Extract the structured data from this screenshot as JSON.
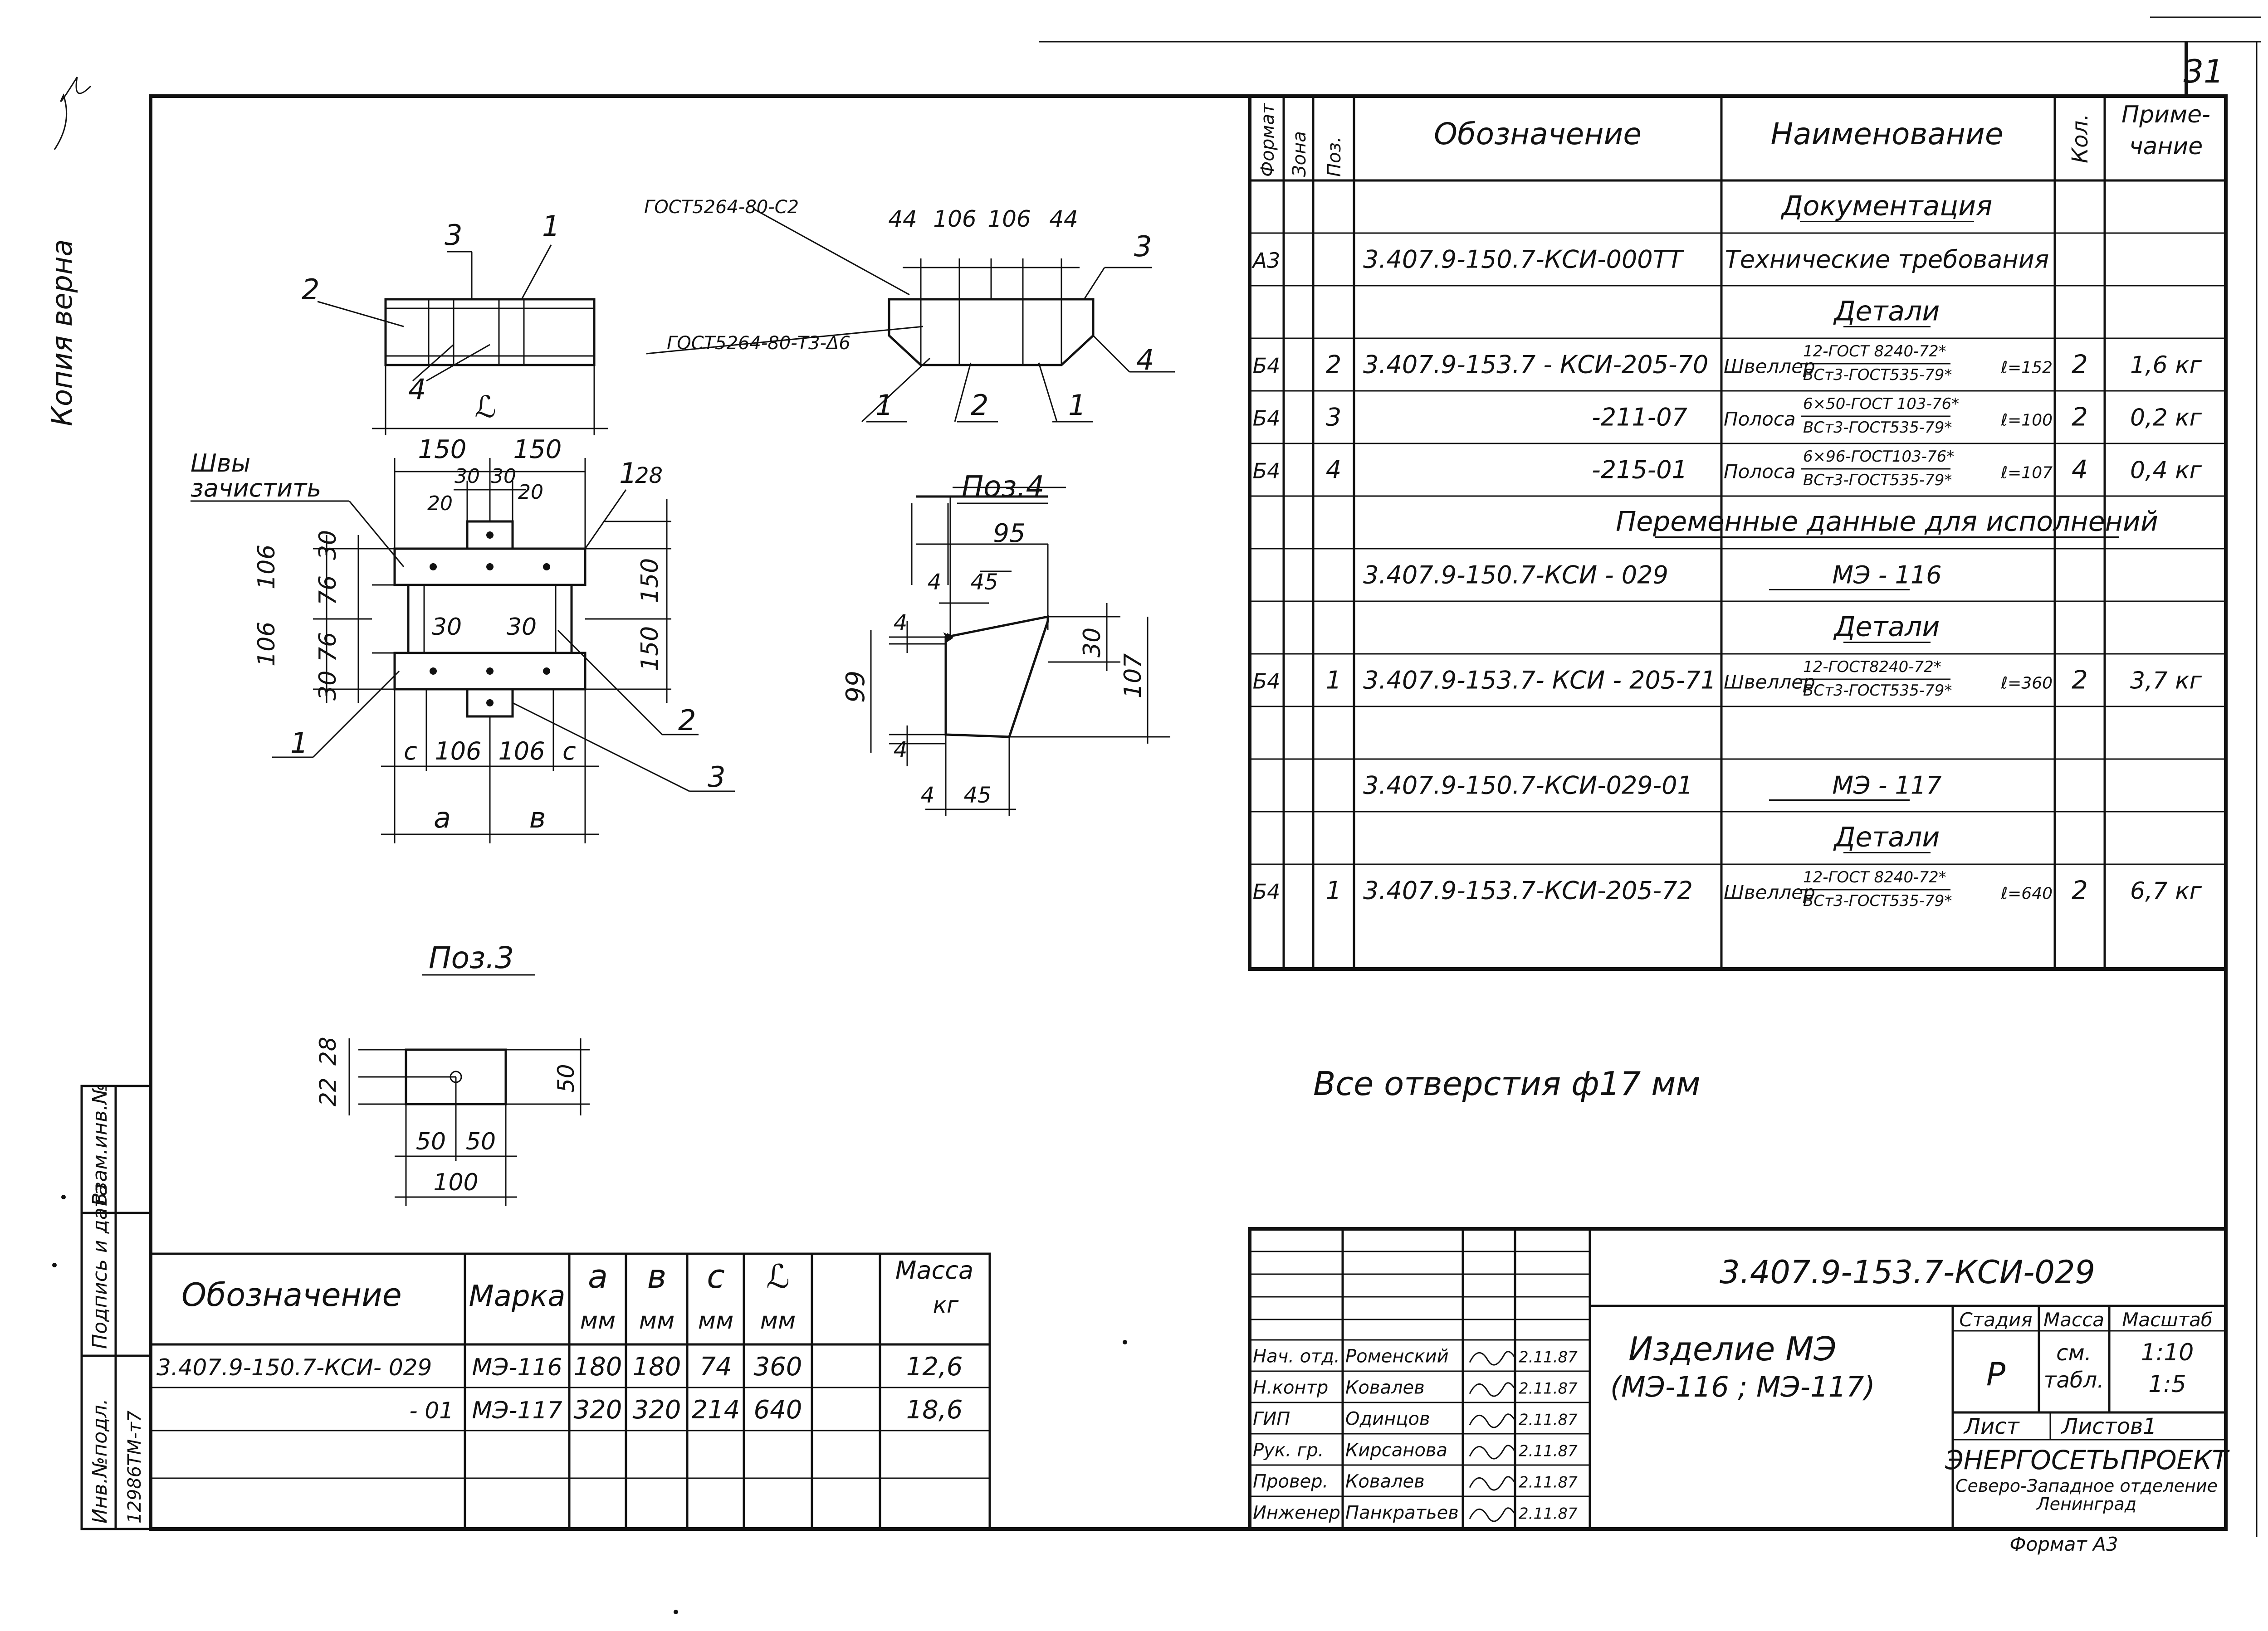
{
  "sheet_number": "31",
  "side_note": "Копия верна",
  "spec_headers": {
    "format": "Формат",
    "zone": "Зона",
    "pos": "Поз.",
    "designation": "Обозначение",
    "name": "Наименование",
    "qty": "Кол.",
    "note_1": "Приме-",
    "note_2": "чание"
  },
  "spec_rows": [
    {
      "section": "Документация"
    },
    {
      "format": "А3",
      "designation": "3.407.9-150.7-КСИ-000ТТ",
      "name": "Технические требования"
    },
    {
      "section": "Детали"
    },
    {
      "format": "Б4",
      "pos": "2",
      "designation": "3.407.9-153.7 - КСИ-205-70",
      "name_main": "Швеллер",
      "name_top": "12-ГОСТ 8240-72*",
      "name_bottom": "ВСт3-ГОСТ535-79*",
      "name_len": "ℓ=152",
      "qty": "2",
      "note": "1,6 кг"
    },
    {
      "format": "Б4",
      "pos": "3",
      "designation": "-211-07",
      "name_main": "Полоса",
      "name_top": "6×50-ГОСТ 103-76*",
      "name_bottom": "ВСт3-ГОСТ535-79*",
      "name_len": "ℓ=100",
      "qty": "2",
      "note": "0,2 кг"
    },
    {
      "format": "Б4",
      "pos": "4",
      "designation": "-215-01",
      "name_main": "Полоса",
      "name_top": "6×96-ГОСТ103-76*",
      "name_bottom": "ВСт3-ГОСТ535-79*",
      "name_len": "ℓ=107",
      "qty": "4",
      "note": "0,4 кг"
    },
    {
      "section": "Переменные данные для исполнений"
    },
    {
      "designation": "3.407.9-150.7-КСИ - 029",
      "name": "МЭ - 116"
    },
    {
      "section": "Детали"
    },
    {
      "format": "Б4",
      "pos": "1",
      "designation": "3.407.9-153.7- КСИ - 205-71",
      "name_main": "Швеллер",
      "name_top": "12-ГОСТ8240-72*",
      "name_bottom": "ВСт3-ГОСТ535-79*",
      "name_len": "ℓ=360",
      "qty": "2",
      "note": "3,7 кг"
    },
    {},
    {
      "designation": "3.407.9-150.7-КСИ-029-01",
      "name": "МЭ - 117"
    },
    {
      "section": "Детали"
    },
    {
      "format": "Б4",
      "pos": "1",
      "designation": "3.407.9-153.7-КСИ-205-72",
      "name_main": "Швеллер",
      "name_top": "12-ГОСТ 8240-72*",
      "name_bottom": "ВСт3-ГОСТ535-79*",
      "name_len": "ℓ=640",
      "qty": "2",
      "note": "6,7 кг"
    }
  ],
  "holes_note": "Все отверстия  ф17 мм",
  "var_table": {
    "headers": {
      "designation": "Обозначение",
      "mark": "Марка",
      "a": "а",
      "b": "в",
      "c": "с",
      "L": "ℒ",
      "mm": "мм",
      "mass_1": "Масса",
      "mass_2": "кг"
    },
    "rows": [
      {
        "designation": "3.407.9-150.7-КСИ- 029",
        "mark": "МЭ-116",
        "a": "180",
        "b": "180",
        "c": "74",
        "L": "360",
        "mass": "12,6"
      },
      {
        "designation": "- 01",
        "mark": "МЭ-117",
        "a": "320",
        "b": "320",
        "c": "214",
        "L": "640",
        "mass": "18,6"
      }
    ]
  },
  "left_strip": {
    "inv_podl": "Инв.№подл.",
    "podpis": "Подпись и дата",
    "vzam": "Взам.инв.№",
    "inv_number": "12986ТМ-т7"
  },
  "title_block": {
    "code": "3.407.9-153.7-КСИ-029",
    "title_1": "Изделие МЭ",
    "title_2": "(МЭ-116 ; МЭ-117)",
    "stage_label": "Стадия",
    "mass_label": "Масса",
    "scale_label": "Масштаб",
    "stage": "Р",
    "mass_1": "см.",
    "mass_2": "табл.",
    "scale_1": "1:10",
    "scale_2": "1:5",
    "sheet_label": "Лист",
    "sheets_label": "Листов1",
    "org_1": "ЭНЕРГОСЕТЬПРОЕКТ",
    "org_2": "Северо-Западное отделение",
    "org_3": "Ленинград",
    "format": "Формат А3",
    "signers": [
      {
        "role": "Нач. отд.",
        "name": "Роменский",
        "date": "2.11.87"
      },
      {
        "role": "Н.контр",
        "name": "Ковалев",
        "date": "2.11.87"
      },
      {
        "role": "ГИП",
        "name": "Одинцов",
        "date": "2.11.87"
      },
      {
        "role": "Рук. гр.",
        "name": "Кирсанова",
        "date": "2.11.87"
      },
      {
        "role": "Провер.",
        "name": "Ковалев",
        "date": "2.11.87"
      },
      {
        "role": "Инженер",
        "name": "Панкратьев",
        "date": "2.11.87"
      }
    ]
  },
  "drawing": {
    "top_left": {
      "labels": [
        "3",
        "1",
        "2",
        "4",
        "ℒ"
      ]
    },
    "top_right": {
      "gost_1": "ГОСТ5264-80-С2",
      "gost_2": "ГОСТ5264-80-Т3-Δ6",
      "dims": [
        "44",
        "106",
        "106",
        "44"
      ],
      "labels": [
        "3",
        "4",
        "1",
        "2",
        "1"
      ]
    },
    "plan": {
      "welds_note_1": "Швы",
      "welds_note_2": "зачистить",
      "dims_top": [
        "150",
        "150"
      ],
      "dims_small": [
        "30",
        "30",
        "20",
        "20"
      ],
      "dims_left": [
        "106",
        "30",
        "76",
        "106",
        "76",
        "30"
      ],
      "dims_right": [
        "28",
        "150",
        "150"
      ],
      "dims_inner": [
        "30",
        "30"
      ],
      "dims_bottom_1": [
        "с",
        "106",
        "106",
        "с"
      ],
      "dims_bottom_2": [
        "а",
        "в"
      ],
      "labels": [
        "1",
        "1",
        "2",
        "3"
      ]
    },
    "pos4": {
      "title": "Поз.4",
      "dims": [
        "95",
        "4",
        "45",
        "4",
        "99",
        "30",
        "107",
        "4",
        "4",
        "45"
      ]
    },
    "pos3": {
      "title": "Поз.3",
      "dims": [
        "28",
        "22",
        "50",
        "50",
        "50",
        "100"
      ]
    }
  }
}
